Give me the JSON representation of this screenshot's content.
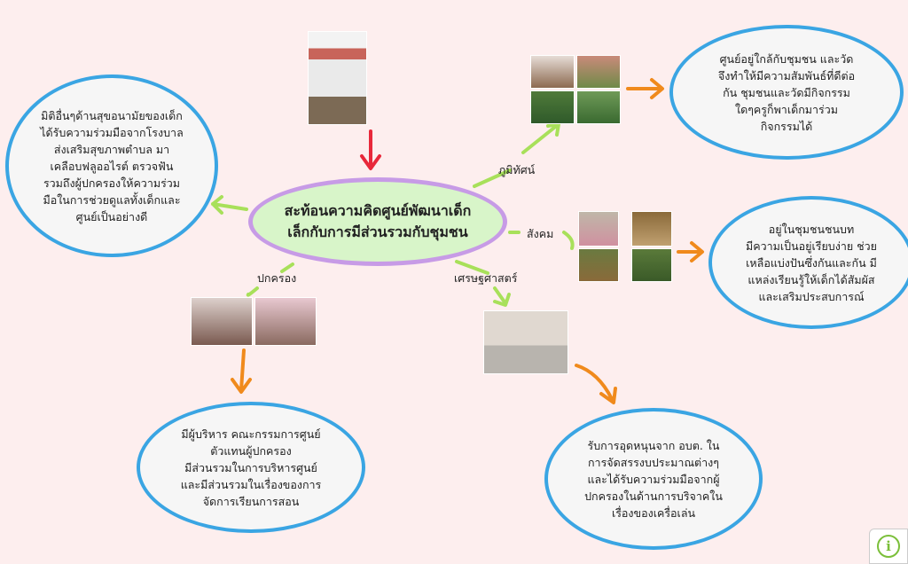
{
  "center": {
    "title": "สะท้อนความคิดศูนย์พัฒนาเด็ก\nเล็กกับการมีส่วนรวมกับชุมชน"
  },
  "branches": {
    "landscape": {
      "label": "ภูมิทัศน์",
      "text": "ศูนย์อยู่ใกล้กับชุมชน และวัด\nจึงทำให้มีความสัมพันธ์ที่ดีต่อ\nกัน ชุมชนและวัดมีกิจกรรม\nใดๆครูก็พาเด็กมาร่วม\nกิจกรรมได้"
    },
    "society": {
      "label": "สังคม",
      "text": "อยู่ในชุมชนชนบท\nมีความเป็นอยู่เรียบง่าย ช่วย\nเหลือแบ่งปันซึ่งกันและกัน มี\nแหล่งเรียนรู้ให้เด็กได้สัมผัส\nและเสริมประสบการณ์"
    },
    "economics": {
      "label": "เศรษฐศาสตร์",
      "text": "รับการอุดหนุนจาก อบต. ใน\nการจัดสรรงบประมาณต่างๆ\nและได้รับความร่วมมือจากผู้\nปกครองในด้านการบริจาคใน\nเรื่องของเครื่อเล่น"
    },
    "governance": {
      "label": "ปกครอง",
      "text": "มีผู้บริหาร คณะกรรมการศูนย์\nตัวแทนผู้ปกครอง\nมีส่วนรวมในการบริหารศูนย์\nและมีส่วนรวมในเรื่องของการ\nจัดการเรียนการสอน"
    },
    "health": {
      "text": "มิติอื่นๆด้านสุขอนามัยของเด็ก\nได้รับความร่วมมือจากโรงบาล\nส่งเสริมสุขภาพตำบล มา\nเคลือบฟลูออไรต์ ตรวจฟัน\nรวมถึงผู้ปกครองให้ความร่วม\nมือในการช่วยดูแลทั้งเด็กและ\nศูนย์เป็นอย่างดี"
    }
  },
  "colors": {
    "background": "#fdeeee",
    "ellipse_border": "#3aa5e3",
    "center_fill": "#d8f5c9",
    "center_border": "#c79be6",
    "green_arrow": "#a8e05a",
    "orange_arrow": "#f08a1c",
    "red_arrow": "#e8283a"
  },
  "info_button": {
    "icon": "i"
  }
}
